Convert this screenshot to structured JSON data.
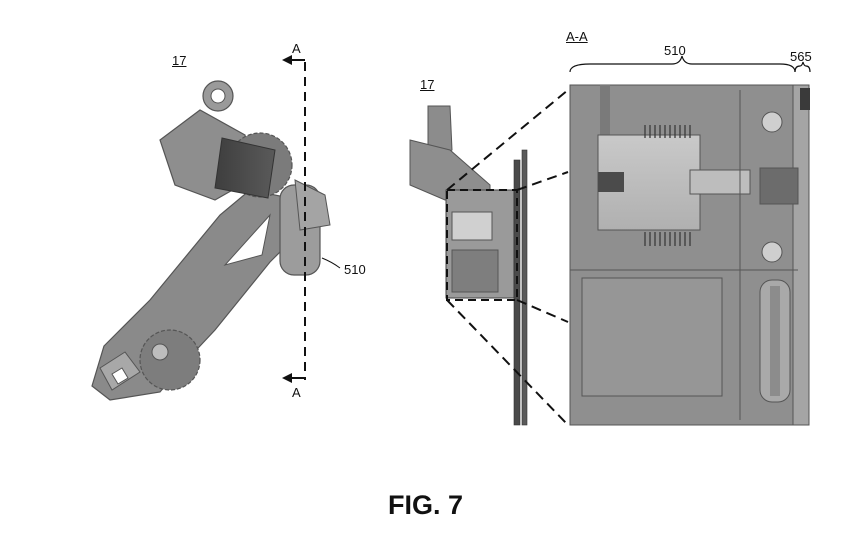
{
  "figure": {
    "caption": "FIG. 7",
    "left_view": {
      "ref_label": "17",
      "section_marker_top": "A",
      "section_marker_bottom": "A",
      "callout": "510"
    },
    "middle_view": {
      "ref_label": "17"
    },
    "detail_view": {
      "section_label": "A-A",
      "callout_510": "510",
      "callout_565": "565"
    }
  }
}
